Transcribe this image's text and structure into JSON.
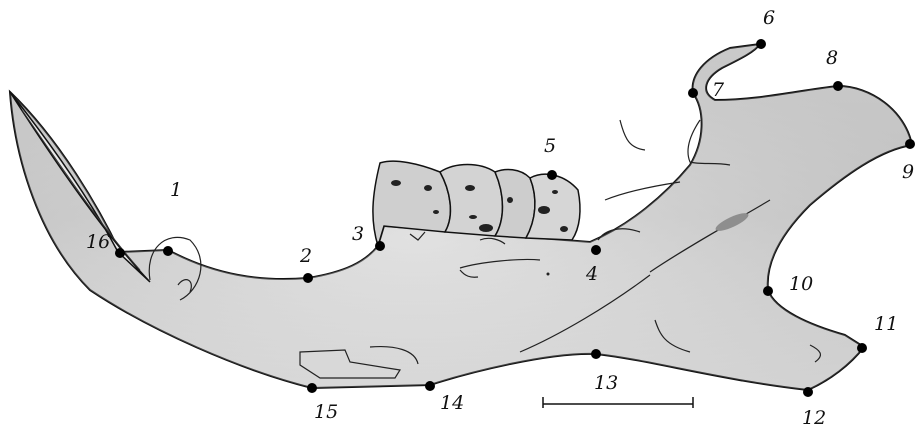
{
  "landmarks": [
    {
      "id": "1",
      "label": "1"
    },
    {
      "id": "2",
      "label": "2"
    },
    {
      "id": "3",
      "label": "3"
    },
    {
      "id": "4",
      "label": "4"
    },
    {
      "id": "5",
      "label": "5"
    },
    {
      "id": "6",
      "label": "6"
    },
    {
      "id": "7",
      "label": "7"
    },
    {
      "id": "8",
      "label": "8"
    },
    {
      "id": "9",
      "label": "9"
    },
    {
      "id": "10",
      "label": "10"
    },
    {
      "id": "11",
      "label": "11"
    },
    {
      "id": "12",
      "label": "12"
    },
    {
      "id": "13",
      "label": "13"
    },
    {
      "id": "14",
      "label": "14"
    },
    {
      "id": "15",
      "label": "15"
    },
    {
      "id": "16",
      "label": "16"
    }
  ],
  "colors": {
    "bone_light": "#e4e4e4",
    "bone_mid": "#c9c9c9",
    "bone_dark": "#9a9a9a",
    "outline": "#111111",
    "landmark": "#000000"
  }
}
